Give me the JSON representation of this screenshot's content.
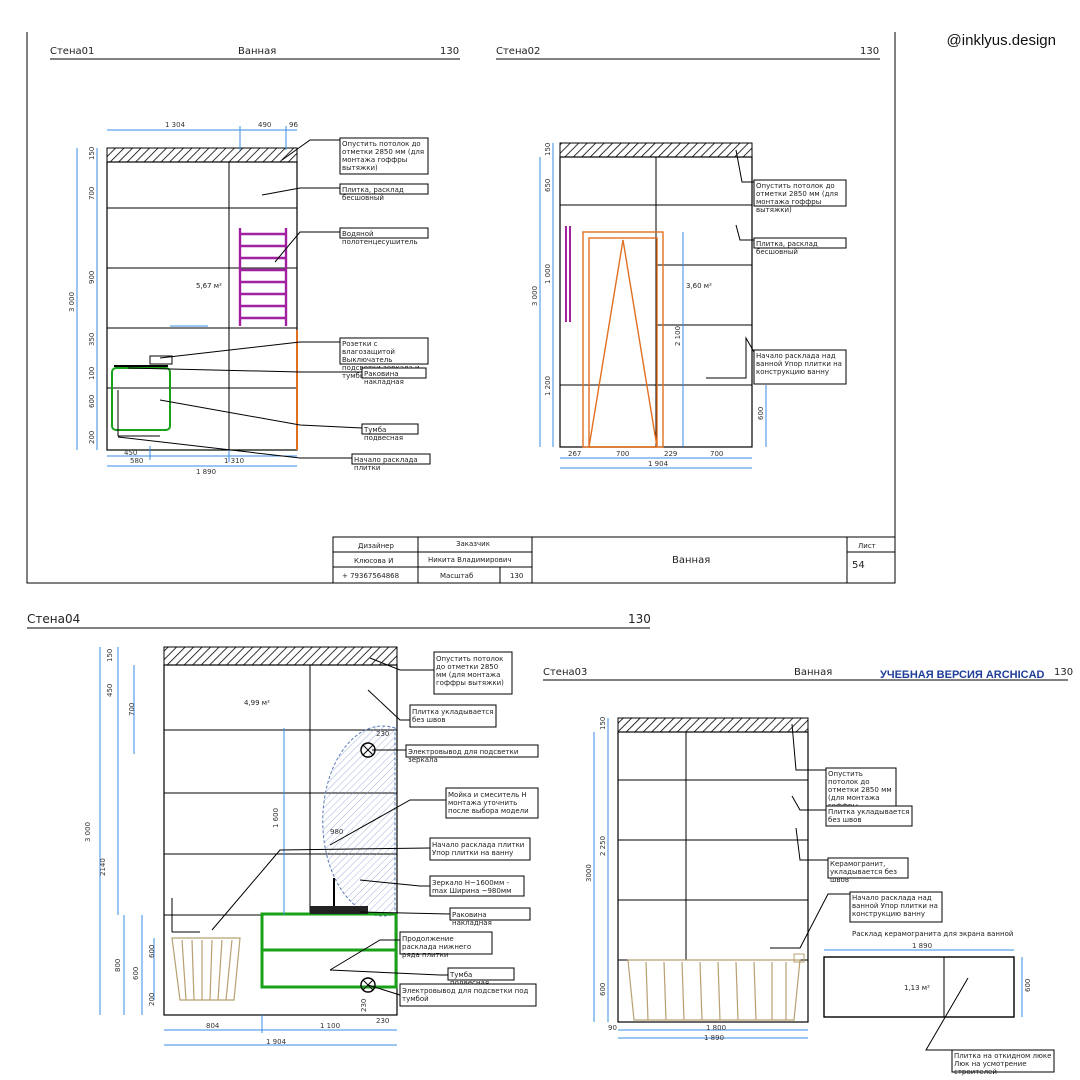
{
  "watermark": "@inklyus.design",
  "edu_label": "УЧЕБНАЯ ВЕРСИЯ ARCHICAD",
  "colors": {
    "dim": "#3a8ee6",
    "towel": "#a020a0",
    "door": "#e07020",
    "cabinet": "#1aa11a",
    "tub": "#b8a070",
    "edu": "#1f3e9a"
  },
  "sheet": {
    "title_block": {
      "designer_h": "Дизайнер",
      "designer": "Клюсова И",
      "phone": "+ 79367564868",
      "customer_h": "Заказчик",
      "customer": "Никита Владимирович",
      "scale_h": "Масштаб",
      "scale": "130",
      "room": "Ванная",
      "sheet_h": "Лист",
      "sheet_no": "54"
    },
    "wall1": {
      "name": "Стена01",
      "room": "Ванная",
      "scale": "130",
      "dims_top": [
        "1 304",
        "490",
        "96"
      ],
      "dims_left": [
        "150",
        "700",
        "900",
        "350",
        "100",
        "600",
        "200"
      ],
      "total_h": "3 000",
      "dims_bottom": [
        "450",
        "580",
        "1 310"
      ],
      "total_w": "1 890",
      "area": "5,67 м²",
      "notes": [
        "Опустить потолок до отметки 2850 мм (для монтажа гоффры вытяжки)",
        "Плитка, расклад бесшовный",
        "Водяной полотенцесушитель",
        "Розетки с влагозащитой Выключатель подсветки зеркала и тумбы",
        "Раковина накладная",
        "Тумба подвесная",
        "Начало расклада плитки"
      ]
    },
    "wall2": {
      "name": "Стена02",
      "scale": "130",
      "dims_left": [
        "150",
        "650",
        "1 000",
        "1 200"
      ],
      "total_h": "3 000",
      "door_h": "2 100",
      "right_h": "600",
      "dims_bottom": [
        "267",
        "700",
        "229",
        "700"
      ],
      "total_w": "1 904",
      "area": "3,60 м²",
      "notes": [
        "Опустить потолок до отметки 2850 мм (для монтажа гоффры вытяжки)",
        "Плитка, расклад бесшовный",
        "Начало расклада над ванной Упор плитки на конструкцию ванну"
      ]
    }
  },
  "wall4": {
    "name": "Стена04",
    "scale": "130",
    "dims_left": [
      "150",
      "450",
      "700",
      "2140",
      "800",
      "600",
      "600",
      "200"
    ],
    "total_h": "3 000",
    "mirror_h": "1 600",
    "mirror_w": "980",
    "dims_small": [
      "230",
      "230",
      "230"
    ],
    "dims_bottom": [
      "804",
      "1 100",
      "230"
    ],
    "total_w": "1 904",
    "area": "4,99 м²",
    "notes": [
      "Опустить потолок до отметки 2850 мм (для монтажа гоффры вытяжки)",
      "Плитка укладывается без швов",
      "Электровывод для подсветки зеркала",
      "Мойка и смеситель Н монтажа уточнить после выбора модели",
      "Начало расклада плитки Упор плитки на ванну",
      "Зеркало Н~1600мм - max Ширина ~980мм",
      "Раковина накладная",
      "Продолжение расклада нижнего ряда плитки",
      "Тумба подвесная",
      "Электровывод для подсветки под тумбой"
    ]
  },
  "wall3": {
    "name": "Стена03",
    "room": "Ванная",
    "scale": "130",
    "dims_left": [
      "150",
      "2 250",
      "600"
    ],
    "total_h": "3000",
    "dims_bottom": [
      "90",
      "1 800"
    ],
    "total_w": "1 890",
    "screen_title": "Расклад керамогранита для экрана ванной",
    "screen_w": "1 890",
    "screen_h": "600",
    "screen_area": "1,13 м²",
    "notes": [
      "Опустить потолок до отметки 2850 мм (для монтажа гоффры вытяжки)",
      "Плитка укладывается без швов",
      "Керамогранит, укладывается без швов",
      "Начало расклада над ванной Упор плитки на конструкцию ванну",
      "Плитка на откидном люке Люк на усмотрение строителей"
    ]
  }
}
